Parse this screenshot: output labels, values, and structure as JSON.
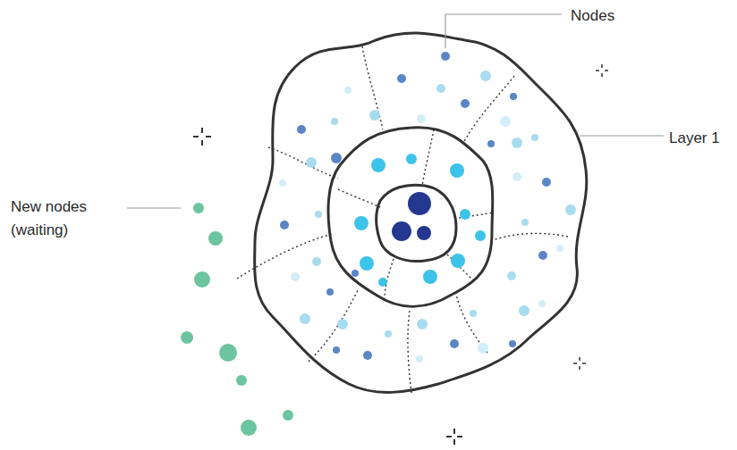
{
  "diagram": {
    "labels": [
      "Nodes",
      "Layer 1",
      "New nodes (waiting)"
    ]
  }
}
